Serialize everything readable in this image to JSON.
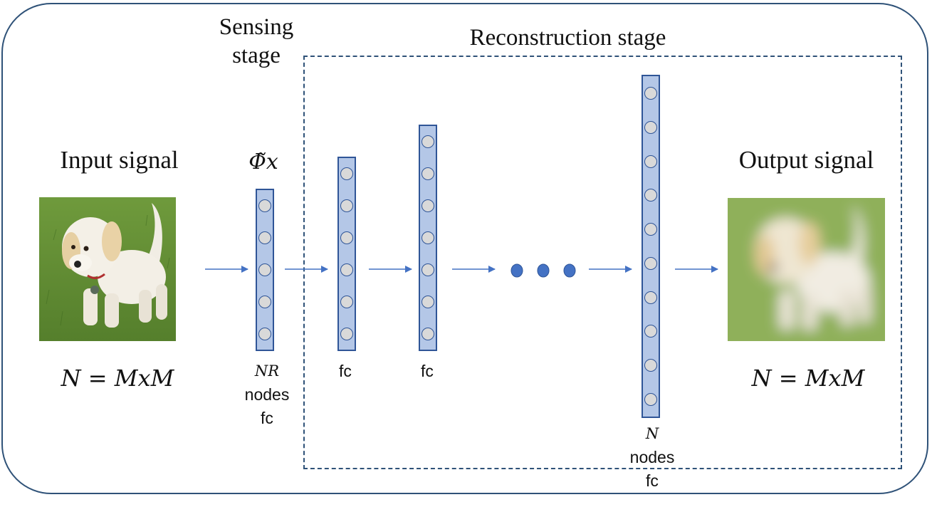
{
  "titles": {
    "sensing_line1": "Sensing",
    "sensing_line2": "stage",
    "reconstruction": "Reconstruction stage",
    "input": "Input signal",
    "output": "Output signal"
  },
  "formulas": {
    "phi": "Φ̃x",
    "input_size": "N = MxM",
    "output_size": "N = MxM"
  },
  "layers": [
    {
      "id": "sensing",
      "nodes": 5,
      "math_label": "NR",
      "text_lines": [
        "nodes",
        "fc"
      ]
    },
    {
      "id": "fc1",
      "nodes": 6,
      "text_lines": [
        "fc"
      ]
    },
    {
      "id": "fc2",
      "nodes": 7,
      "text_lines": [
        "fc"
      ]
    },
    {
      "id": "output",
      "nodes": 10,
      "math_label": "N",
      "text_lines": [
        "nodes",
        "fc"
      ]
    }
  ],
  "ellipsis_dots": 3,
  "colors": {
    "frame": "#2f5278",
    "layer_fill": "#b4c7e7",
    "layer_border": "#2f5597",
    "node_fill": "#d9d9d9",
    "arrow": "#4472c4",
    "dot": "#4472c4"
  }
}
